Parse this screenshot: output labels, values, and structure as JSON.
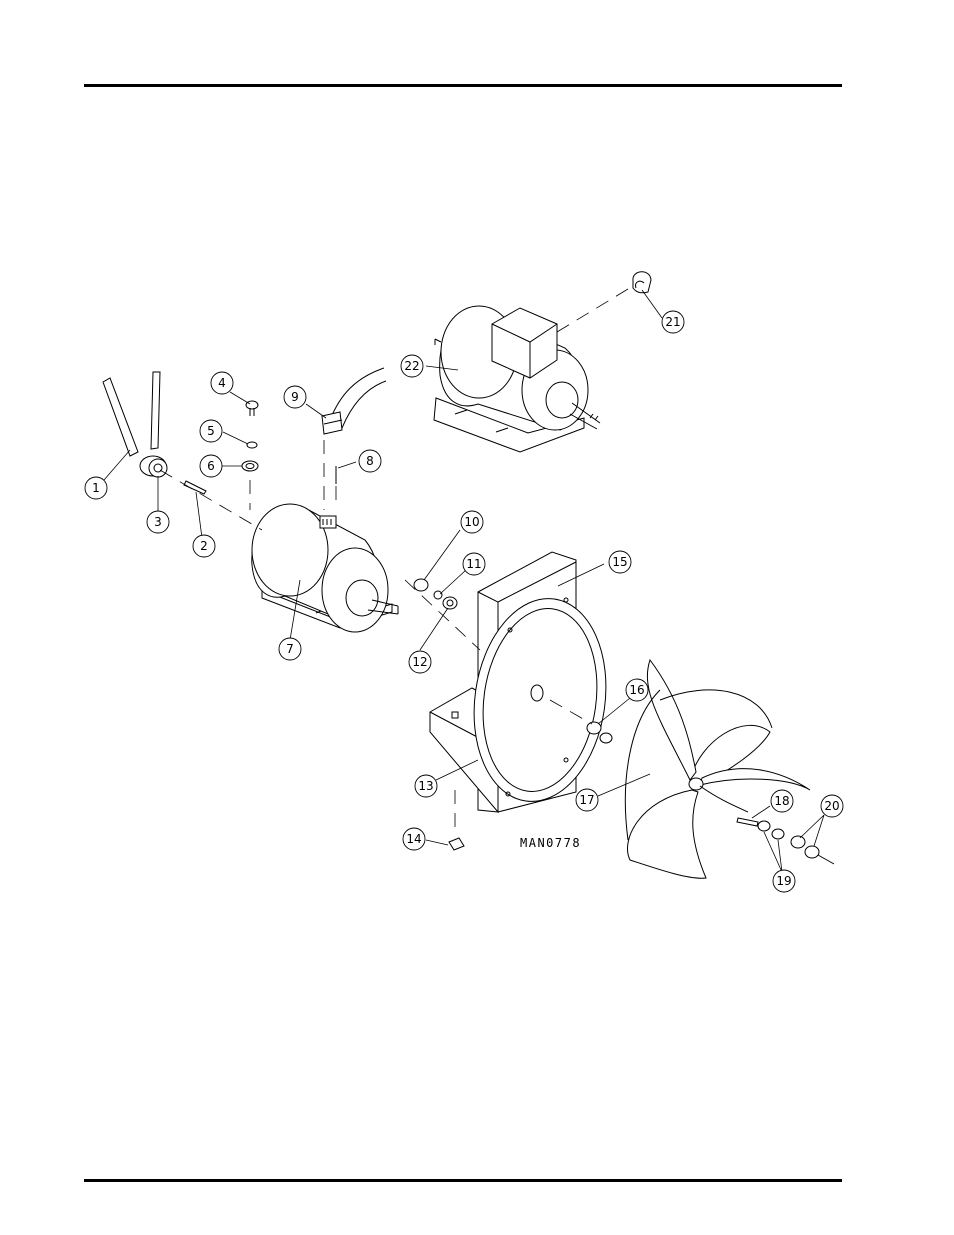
{
  "drawing_number": "MAN0778",
  "callouts": [
    "1",
    "2",
    "3",
    "4",
    "5",
    "6",
    "7",
    "8",
    "9",
    "10",
    "11",
    "12",
    "13",
    "14",
    "15",
    "16",
    "17",
    "18",
    "19",
    "20",
    "21",
    "22"
  ]
}
